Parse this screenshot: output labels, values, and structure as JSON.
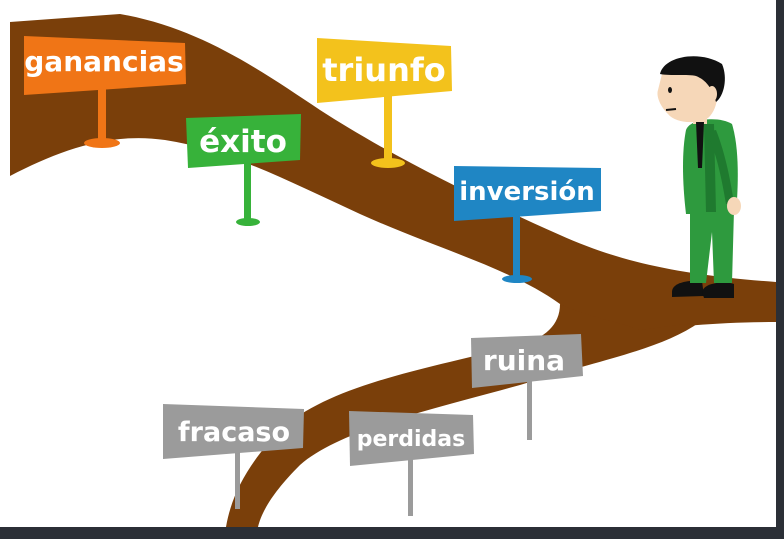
{
  "colors": {
    "road": "#7a3f0a",
    "background": "#ffffff",
    "frame": "#2b2f36",
    "ganancias": "#f07516",
    "exito": "#37b23a",
    "triunfo": "#f3c21c",
    "inversion": "#1f86c4",
    "negative": "#9b9b9b",
    "suit": "#2e9a3e",
    "suit_shadow": "#1f7a2f",
    "skin": "#f6d7b8",
    "hair": "#111111"
  },
  "signs": {
    "ganancias": {
      "label": "ganancias"
    },
    "exito": {
      "label": "éxito"
    },
    "triunfo": {
      "label": "triunfo"
    },
    "inversion": {
      "label": "inversión"
    },
    "ruina": {
      "label": "ruina"
    },
    "fracaso": {
      "label": "fracaso"
    },
    "perdidas": {
      "label": "perdidas"
    }
  },
  "icons": {
    "man": "businessman-figure-icon"
  }
}
